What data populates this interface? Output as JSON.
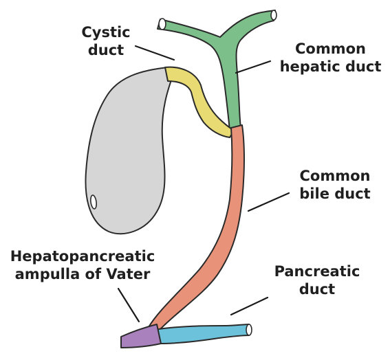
{
  "labels": {
    "cystic_duct": [
      "Cystic",
      "duct"
    ],
    "common_hepatic_duct": [
      "Common",
      "hepatic duct"
    ],
    "common_bile_duct": [
      "Common",
      "bile duct"
    ],
    "ampulla": [
      "Hepatopancreatic",
      "ampulla of Vater"
    ],
    "pancreatic_duct": [
      "Pancreatic",
      "duct"
    ]
  },
  "colors": {
    "gallbladder": "#d6d6d6",
    "cystic_duct": "#e8db73",
    "common_hepatic_duct": "#7dbf8a",
    "common_bile_duct": "#e9927a",
    "pancreatic_duct": "#6cc2da",
    "ampulla": "#a982bd"
  }
}
